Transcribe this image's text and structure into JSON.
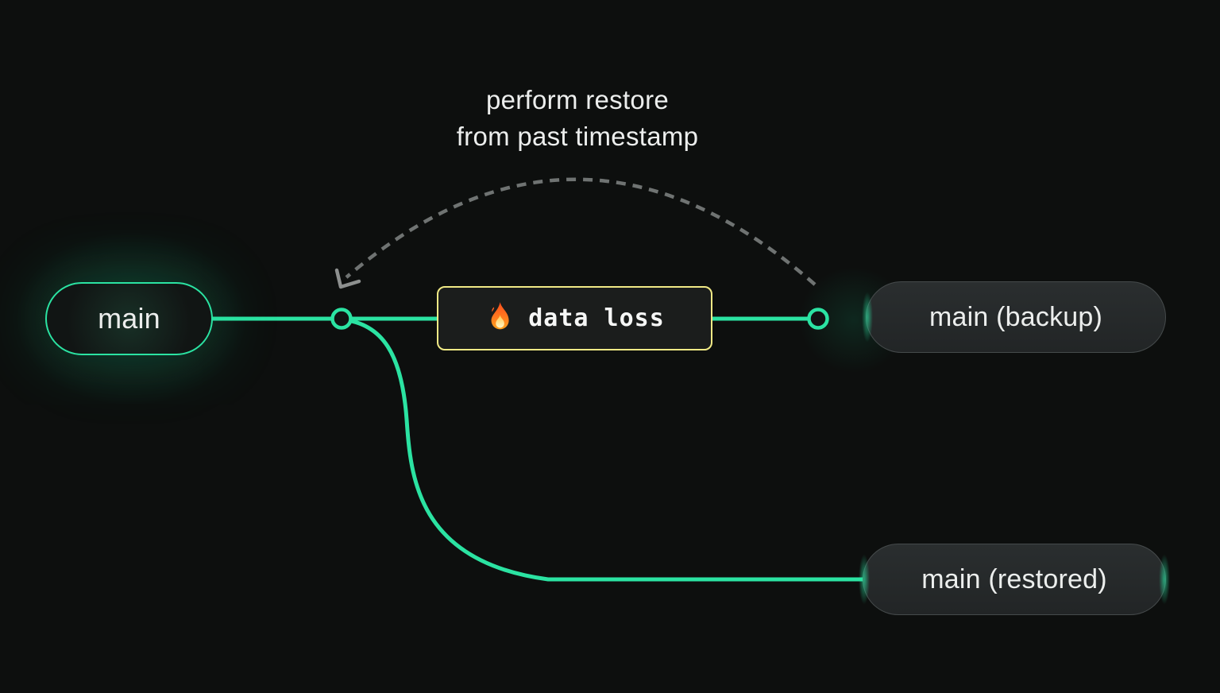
{
  "caption": {
    "line1": "perform restore",
    "line2": "from past timestamp"
  },
  "nodes": {
    "main": {
      "label": "main"
    },
    "backup": {
      "label": "main (backup)"
    },
    "restored": {
      "label": "main (restored)"
    },
    "data_loss": {
      "label": "data loss",
      "icon": "fire-icon"
    }
  },
  "colors": {
    "background": "#0d0f0e",
    "branch_green": "#2be3a2",
    "data_loss_border": "#f0e985",
    "neutral_pill_bg": "#26292a",
    "neutral_pill_border": "#454a4b",
    "text": "#eceeed",
    "dashed_arc": "#6f7372",
    "arrowhead": "#8d908f"
  }
}
